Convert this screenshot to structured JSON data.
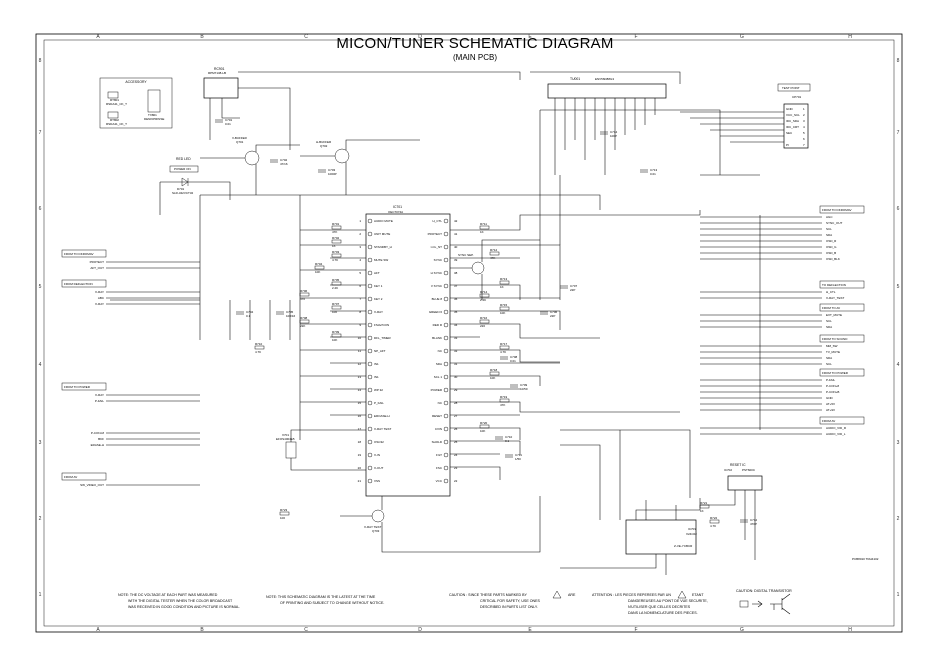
{
  "title": "MICON/TUNER SCHEMATIC DIAGRAM",
  "subtitle": "(MAIN PCB)",
  "grid_cols": [
    "A",
    "B",
    "C",
    "D",
    "E",
    "F",
    "G",
    "H"
  ],
  "grid_rows": [
    "8",
    "7",
    "6",
    "5",
    "4",
    "3",
    "2",
    "1"
  ],
  "accessory": {
    "label": "ACCESSORY",
    "items": [
      "RT801",
      "RSDA41_CK_T",
      "RT802",
      "RSDA41_CK_T",
      "TX801",
      "DENKIPRINSE"
    ]
  },
  "parts": {
    "rc901": "RC901",
    "rc901_name": "RPM7138-H5",
    "tuner": "TU001",
    "tuner_name": "ENV56D88G3",
    "ic701": "IC701",
    "ic701_name": "OEC7074A",
    "q701": "Q701",
    "q702": "Q702",
    "vbuffer": "V-BUFFER",
    "hbuffer": "H-BUFFER",
    "sync_sep": "SYNC SEP.",
    "xtal": "X701",
    "xtal_name": "EFOS4004E5",
    "reset_ic": "RESET IC",
    "ic702": "IC702",
    "ic702_name": "PST600C",
    "xray_test": "X-RAY TEST",
    "q703": "Q703",
    "rf_tuner": "Z-VE-YCBCR",
    "redled": "RED LED",
    "power_on": "POWER ON",
    "led_part": "D701",
    "led_name": "SLR-342VCT32",
    "ic_eeprom": "IC703",
    "eeprom_name": "X24C02",
    "pcb_ref": "PCB8010 TRH4102"
  },
  "test_point": {
    "label": "TEST POINT",
    "connector": "CP701",
    "pins": [
      "GND",
      "VCC_SCL",
      "IDC_SDA",
      "IDC_CRT",
      "SEC",
      "",
      "PI"
    ]
  },
  "ic701_left_pins": [
    "AUDIO MUTE",
    "UNIT MUTE",
    "STANDBY_H",
    "MUTE SW",
    "AFT",
    "KEY 1",
    "KEY 2",
    "X-RAY",
    "FSAV/CON",
    "DFL_TIMER",
    "NP_AFT",
    "IN1",
    "IN1",
    "WP 32",
    "P_FAIL",
    "EROASE-H",
    "X-RAY TEST",
    "OSC32",
    "X-IN",
    "X-OUT",
    "VSS"
  ],
  "ic701_right_pins": [
    "H_CTL",
    "PROTECT",
    "I-CL_NT",
    "SYNC",
    "H SYNC",
    "V SYNC",
    "BLUE 8",
    "GREEN 6",
    "RED R",
    "BLANK",
    "NC",
    "SDA",
    "SCL 1",
    "POWER",
    "NC",
    "RESET",
    "CVIN",
    "SHOLD",
    "FILT",
    "FSC",
    "VCC"
  ],
  "left_ports": [
    {
      "title": "FROM TO DKROMAV",
      "signals": [
        "PROTECT",
        "AFT_OUT"
      ]
    },
    {
      "title": "FROM DEFLECTION",
      "signals": [
        "X-RAY",
        "ABC",
        "X-RAY"
      ]
    },
    {
      "title": "FROM TO POWER",
      "signals": [
        "X-RAY",
        "P-FAIL"
      ]
    },
    {
      "title": "",
      "signals": [
        "P-CON-M",
        "BKF",
        "ERASE-H"
      ]
    },
    {
      "title": "FROM AV",
      "signals": [
        "SW_VIDEO_OUT"
      ]
    }
  ],
  "right_ports": [
    {
      "title": "FROM TO DKROMAV",
      "signals": [
        "AGC",
        "SYNC_OUT",
        "SCL",
        "SDA",
        "OSD_R",
        "OSD_G",
        "OSD_B",
        "OSD_BLK"
      ]
    },
    {
      "title": "TO DEFLECTION",
      "signals": [
        "H_CTL",
        "X-RAY_TEST"
      ]
    },
    {
      "title": "FROM TO AV",
      "signals": [
        "EXT_MUTE",
        "SCL",
        "SDA"
      ]
    },
    {
      "title": "FROM TO SOUND",
      "signals": [
        "MM_SW",
        "TV_MUTE",
        "SDA",
        "SCL"
      ]
    },
    {
      "title": "FROM TO POWER",
      "signals": [
        "P-FAIL",
        "P-CON+8",
        "P-CON+B",
        "GND",
        "AT+5V",
        "AT+9V"
      ]
    },
    {
      "title": "FROM AV",
      "signals": [
        "AUDIO_VID_R",
        "AUDIO_VID_L"
      ]
    }
  ],
  "resistors": [
    "R701",
    "R702",
    "R703",
    "R704",
    "R705",
    "R706",
    "R707",
    "R708",
    "R709",
    "R710",
    "R711",
    "R712",
    "R713",
    "R714",
    "R715",
    "R716",
    "R717",
    "R718",
    "R719",
    "R720",
    "R721",
    "R722",
    "R723"
  ],
  "resistor_values": [
    "47K",
    "1K",
    "4.7K",
    "10K",
    "2.2K",
    "470",
    "100",
    "22K",
    "10K",
    "4.7K",
    "1K",
    "47K",
    "1K",
    "2.2K",
    "10K",
    "220",
    "4.7K",
    "10K",
    "47K",
    "10K",
    "1K",
    "4.7K",
    "100"
  ],
  "capacitors": [
    "C701",
    "C702",
    "C703",
    "C704",
    "C705",
    "C706",
    "C707",
    "C708",
    "C709",
    "C710",
    "C711",
    "C712",
    "C713",
    "C714"
  ],
  "capacitor_values": [
    "0.01",
    "47/16",
    "1000P",
    "0.1",
    "100/16",
    "22P",
    "22P",
    "0.01",
    "10/50",
    "0.1",
    "1/50",
    "470P",
    "0.01",
    "100P"
  ],
  "notes": {
    "left": [
      "NOTE: THE DC VOLTAGE AT EACH PART WAS MEASURED",
      "WITH THE DIGITAL TESTER WHEN THE COLOR BROADCAST",
      "WAS RECEIVED IN GOOD CONDITION AND PICTURE IS NORMAL."
    ],
    "mid": [
      "NOTE: THIS SCHEMATIC DIAGRAM IS THE LATEST AT THE TIME",
      "OF PRINTING AND SUBJECT TO CHANGE WITHOUT NOTICE."
    ],
    "caution": [
      "CAUTION : SINCE THESE PARTS MARKED BY",
      "ARE",
      "CRITICAL FOR SAFETY, USE ONES",
      "DESCRIBED IN PARTS LIST ONLY."
    ],
    "attention": [
      "ATTENTION : LES PIECES REPEREES PAR UN",
      "ETANT",
      "DANGEREUSES AU POINT DE VUE SECURITE,",
      "N'UTILISER QUE CELLES DECRITES",
      "DANS LA NOMENCLATURE DES PIECES."
    ],
    "digital_tr": "CAUTION: DIGITAL TRANSISTOR"
  },
  "colors": {
    "ink": "#000000",
    "paper": "#ffffff"
  }
}
